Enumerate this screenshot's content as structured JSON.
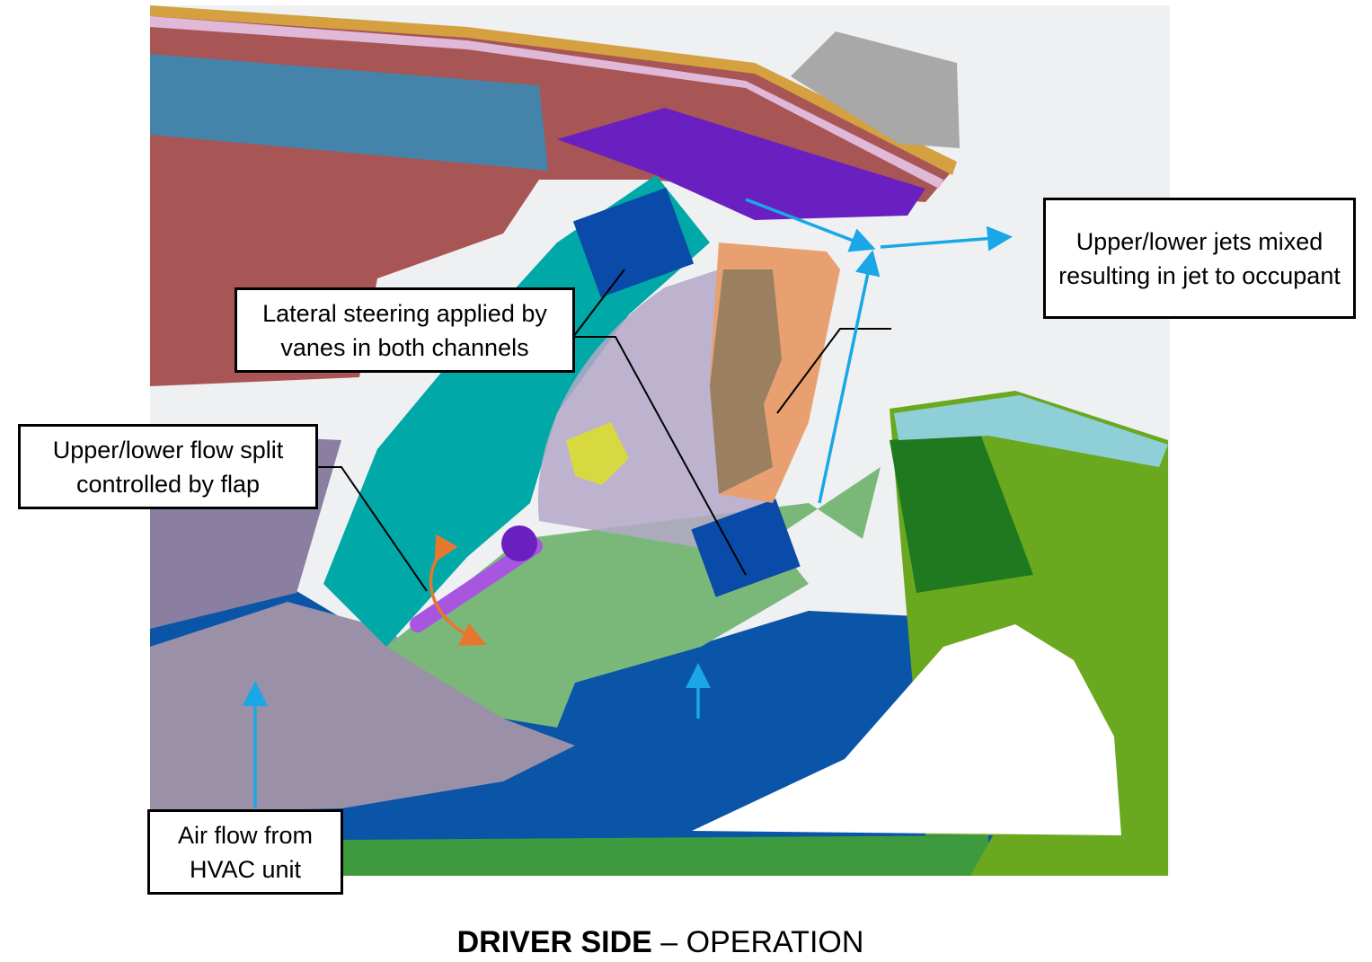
{
  "callouts": {
    "jets_mixed": "Upper/lower jets mixed resulting in jet to occupant",
    "lateral_steering": "Lateral steering applied by vanes in both channels",
    "flow_split": "Upper/lower flow split controlled by flap",
    "air_flow": "Air flow from HVAC unit"
  },
  "caption": {
    "bold": "DRIVER SIDE",
    "rest": " – OPERATION"
  },
  "colors": {
    "airflow_arrow": "#1aa7e8",
    "flap_motion_arrow": "#e8772e",
    "housing_red": "#a85555",
    "duct_teal": "#00a8a8",
    "flap_purple": "#a855e0",
    "duct_green": "#7ab87a",
    "hvac_blue": "#0a55a8",
    "panel_green": "#6aa820"
  }
}
